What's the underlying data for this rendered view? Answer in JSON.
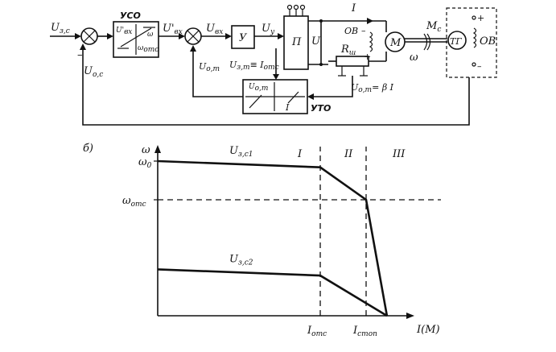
{
  "block_diagram": {
    "labels": {
      "input_ref": "U",
      "input_ref_sub": "з,с",
      "feedback_speed": "U",
      "feedback_speed_sub": "о,с",
      "minus": "–",
      "uso_title": "УСО",
      "uso_in": "U'",
      "uso_in_sub": "вх",
      "uso_omega": "ω",
      "uso_omega_otc": "ω",
      "uso_omega_otc_sub": "отс",
      "summer2_in": "U'",
      "summer2_in_sub": "вх",
      "u_vx": "U",
      "u_vx_sub": "вх",
      "amp_block": "У",
      "u_y": "U",
      "u_y_sub": "у",
      "converter_block": "П",
      "voltage": "U",
      "current": "I",
      "field_winding_motor": "ОВ",
      "shunt": "R",
      "shunt_sub": "ш",
      "motor": "М",
      "torque": "M",
      "torque_sub": "с",
      "speed": "ω",
      "tachogen": "ТГ",
      "tg_field": "ОВ",
      "plus": "+",
      "u_zt": "U",
      "u_zt_sub": "з,т",
      "u_zt_eq": "≡ I",
      "u_zt_eq_sub": "отс",
      "u_ot": "U",
      "u_ot_sub": "о,т",
      "uto_u": "U",
      "uto_u_sub": "о,т",
      "uto_i": "I",
      "uto_title": "УТО",
      "u_ot_eq": "U",
      "u_ot_eq_sub": "о,т",
      "u_ot_eq_rest": "= β I"
    }
  },
  "chart_data": {
    "type": "line",
    "panel_label": "б)",
    "ylabel": "ω",
    "xlabel": "I(M)",
    "y_ticks": [
      {
        "label": "ω",
        "sub": "0"
      },
      {
        "label": "ω",
        "sub": "отс"
      }
    ],
    "x_ticks": [
      {
        "label": "I",
        "sub": "отс"
      },
      {
        "label": "I",
        "sub": "стоп"
      }
    ],
    "regions": [
      "I",
      "II",
      "III"
    ],
    "series": [
      {
        "name": "U",
        "name_sub": "з,с1",
        "points": [
          [
            0,
            1.0
          ],
          [
            0.78,
            0.96
          ],
          [
            1.0,
            0.75
          ],
          [
            1.1,
            0.0
          ]
        ]
      },
      {
        "name": "U",
        "name_sub": "з,с2",
        "points": [
          [
            0,
            0.3
          ],
          [
            0.78,
            0.26
          ],
          [
            1.1,
            0.0
          ]
        ]
      }
    ],
    "i_otc": 0.78,
    "i_stop": 1.0,
    "omega_0": 1.0,
    "omega_otc": 0.75
  }
}
